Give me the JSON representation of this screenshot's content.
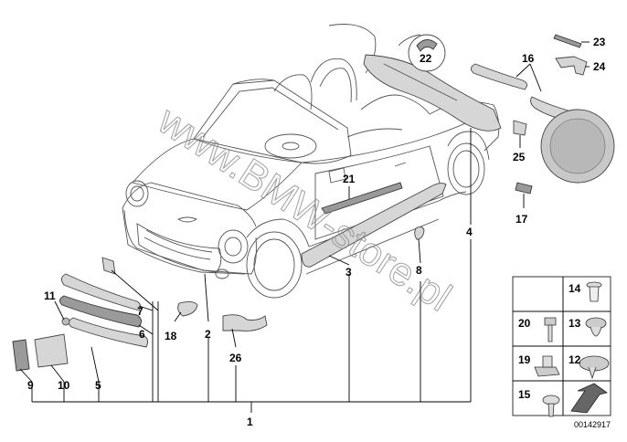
{
  "watermark": "www.BMW-store.pl",
  "diagram_number": "00142917",
  "callouts": {
    "c1": "1",
    "c2": "2",
    "c3": "3",
    "c4": "4",
    "c5": "5",
    "c6": "6",
    "c7": "7",
    "c8": "8",
    "c9": "9",
    "c10": "10",
    "c11": "11",
    "c12": "12",
    "c13": "13",
    "c14": "14",
    "c15": "15",
    "c16": "16",
    "c17": "17",
    "c18": "18",
    "c19": "19",
    "c20": "20",
    "c21": "21",
    "c22": "22",
    "c23": "23",
    "c24": "24",
    "c25": "25",
    "c26": "26"
  },
  "hardware_grid": {
    "left": [
      "20",
      "19",
      "15"
    ],
    "right": [
      "14",
      "13",
      "12"
    ]
  }
}
